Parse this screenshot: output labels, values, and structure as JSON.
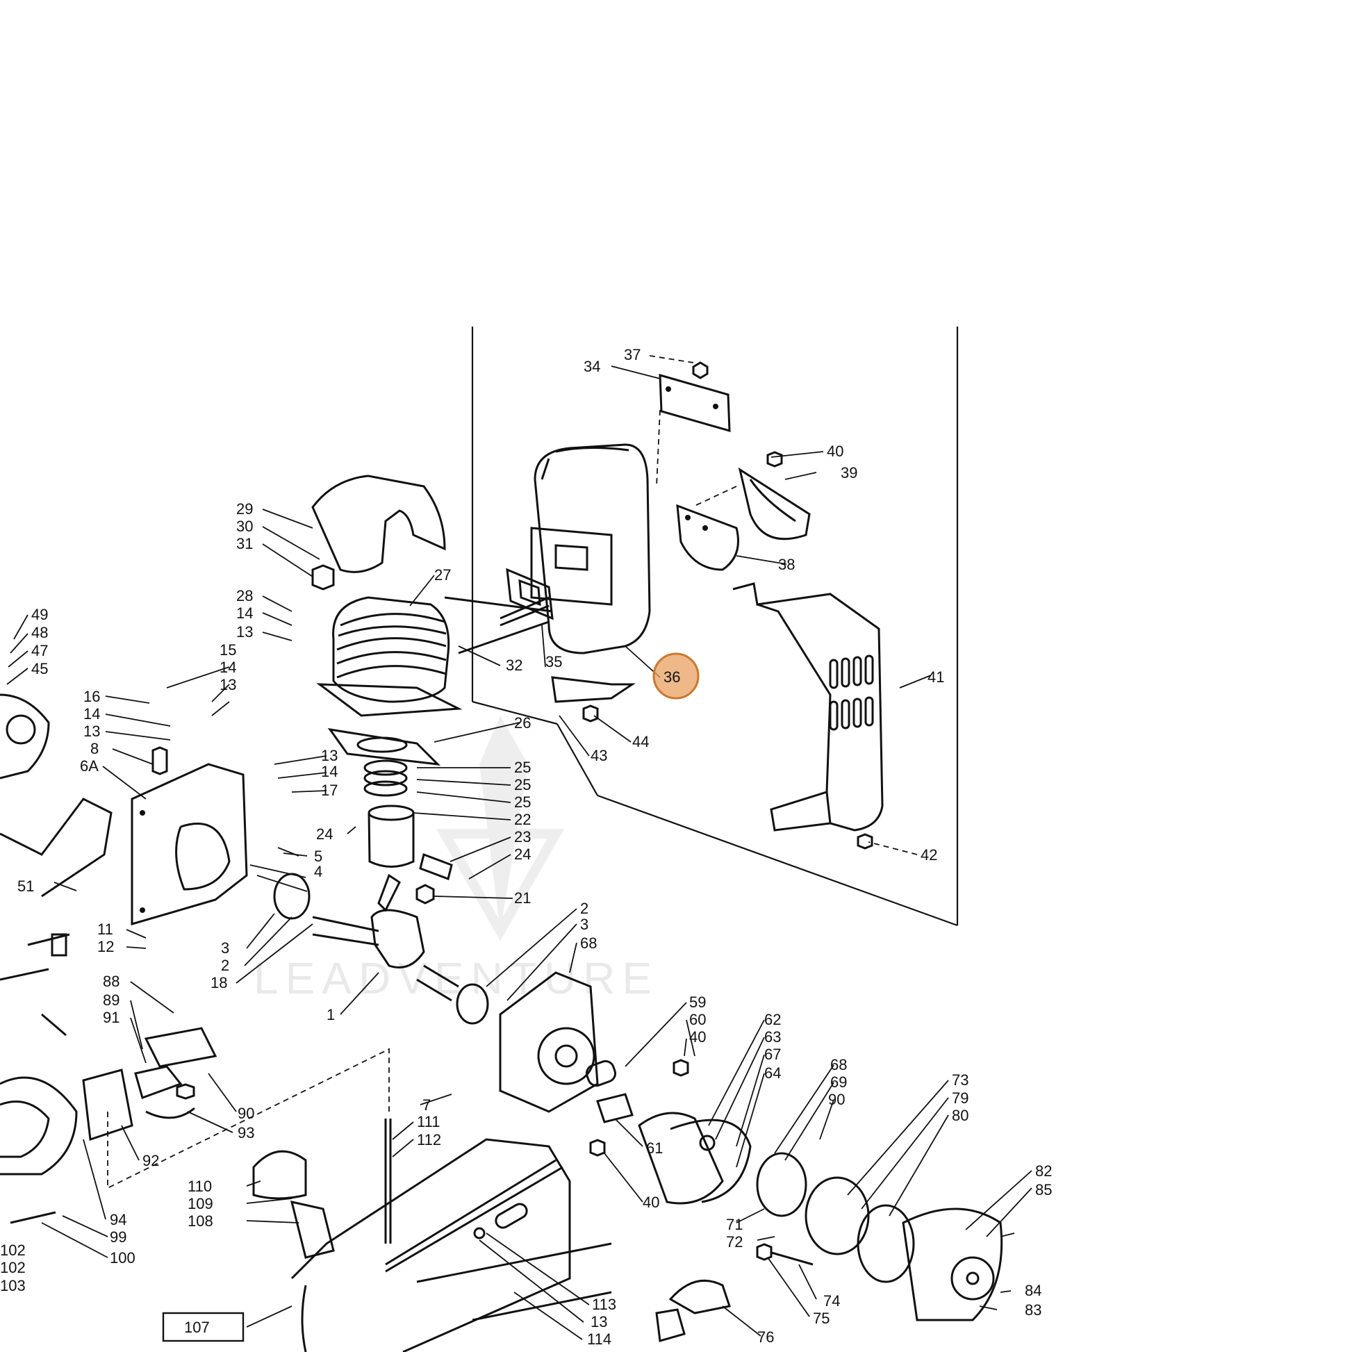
{
  "colors": {
    "line": "#111111",
    "background": "#ffffff",
    "highlight_fill": "#e9a060",
    "highlight_stroke": "#c9782e",
    "watermark": "#d8d8d8"
  },
  "watermark": {
    "text": "LEADVENTURE"
  },
  "highlighted_part": "36",
  "callouts": {
    "c1": "1",
    "c2": "2",
    "c2b": "2",
    "c3": "3",
    "c3b": "3",
    "c4": "4",
    "c5": "5",
    "c6A": "6A",
    "c7": "7",
    "c8": "8",
    "c11": "11",
    "c12": "12",
    "c13a": "13",
    "c13b": "13",
    "c13c": "13",
    "c13d": "13",
    "c13e": "13",
    "c14a": "14",
    "c14b": "14",
    "c14c": "14",
    "c14d": "14",
    "c15": "15",
    "c16": "16",
    "c17": "17",
    "c18": "18",
    "c21": "21",
    "c22": "22",
    "c23": "23",
    "c24a": "24",
    "c24b": "24",
    "c25a": "25",
    "c25b": "25",
    "c25c": "25",
    "c26": "26",
    "c27": "27",
    "c28": "28",
    "c29": "29",
    "c30": "30",
    "c31": "31",
    "c32": "32",
    "c34": "34",
    "c35": "35",
    "c36": "36",
    "c37": "37",
    "c38": "38",
    "c39": "39",
    "c40a": "40",
    "c40b": "40",
    "c40c": "40",
    "c41": "41",
    "c42": "42",
    "c43": "43",
    "c44": "44",
    "c45": "45",
    "c47": "47",
    "c48": "48",
    "c49": "49",
    "c51": "51",
    "c59": "59",
    "c60": "60",
    "c61": "61",
    "c62": "62",
    "c63": "63",
    "c64": "64",
    "c67": "67",
    "c68a": "68",
    "c68b": "68",
    "c69": "69",
    "c71": "71",
    "c72": "72",
    "c73": "73",
    "c74": "74",
    "c75": "75",
    "c76": "76",
    "c79": "79",
    "c80": "80",
    "c82": "82",
    "c83": "83",
    "c84": "84",
    "c85": "85",
    "c88": "88",
    "c89": "89",
    "c90a": "90",
    "c90b": "90",
    "c91": "91",
    "c92": "92",
    "c93": "93",
    "c94": "94",
    "c99": "99",
    "c100": "100",
    "c102a": "102",
    "c102b": "102",
    "c103": "103",
    "c107": "107",
    "c108": "108",
    "c109": "109",
    "c110": "110",
    "c111": "111",
    "c112": "112",
    "c113": "113",
    "c114": "114"
  }
}
